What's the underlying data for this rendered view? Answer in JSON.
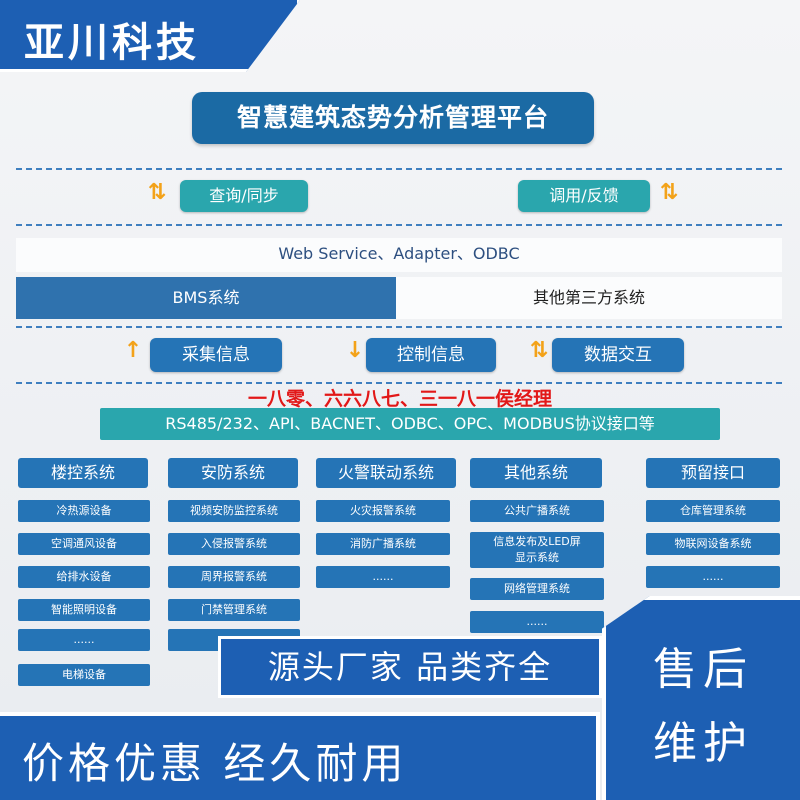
{
  "brand": "亚川科技",
  "title": "智慧建筑态势分析管理平台",
  "top_actions": [
    {
      "label": "查询/同步",
      "arrow": "⇅"
    },
    {
      "label": "调用/反馈",
      "arrow": "⇅"
    }
  ],
  "service_band": "Web Service、Adapter、ODBC",
  "bms_label": "BMS系统",
  "third_party_label": "其他第三方系统",
  "mid_actions": [
    {
      "label": "采集信息",
      "arrow": "↑"
    },
    {
      "label": "控制信息",
      "arrow": "↓"
    },
    {
      "label": "数据交互",
      "arrow": "⇅"
    }
  ],
  "red_overlay": "一八零、六六八七、三一八一侯经理",
  "protocol_bar": "RS485/232、API、BACNET、ODBC、OPC、MODBUS协议接口等",
  "columns": [
    {
      "title": "楼控系统",
      "items": [
        "冷热源设备",
        "空调通风设备",
        "给排水设备",
        "智能照明设备",
        "......",
        "电梯设备"
      ]
    },
    {
      "title": "安防系统",
      "items": [
        "视频安防监控系统",
        "入侵报警系统",
        "周界报警系统",
        "门禁管理系统",
        "......"
      ]
    },
    {
      "title": "火警联动系统",
      "items": [
        "火灾报警系统",
        "消防广播系统",
        "......"
      ]
    },
    {
      "title": "其他系统",
      "items": [
        "公共广播系统",
        "信息发布及LED屏\n显示系统",
        "网络管理系统",
        "......"
      ]
    },
    {
      "title": "预留接口",
      "items": [
        "仓库管理系统",
        "物联网设备系统",
        "......"
      ]
    }
  ],
  "promo": {
    "source": "源头厂家  品类齐全",
    "price": "价格优惠  经久耐用",
    "after_sales_line1": "售后",
    "after_sales_line2": "维护"
  },
  "colors": {
    "brand_blue": "#1d5fb3",
    "teal": "#2aa6ad",
    "box_blue": "#2574b6",
    "arrow_orange": "#f3a219",
    "overlay_red": "#e21818"
  }
}
